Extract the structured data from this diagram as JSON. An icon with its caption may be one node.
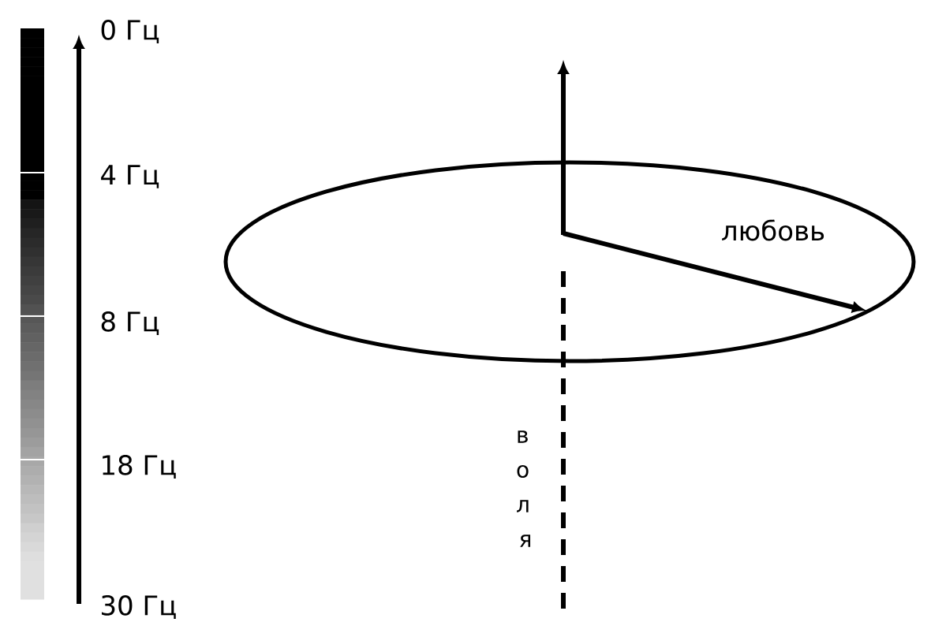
{
  "diagram": {
    "labels": [
      "0 Гц",
      "4 Гц",
      "8 Гц",
      "18 Гц",
      "30 Гц",
      "любовь",
      "воля"
    ]
  }
}
